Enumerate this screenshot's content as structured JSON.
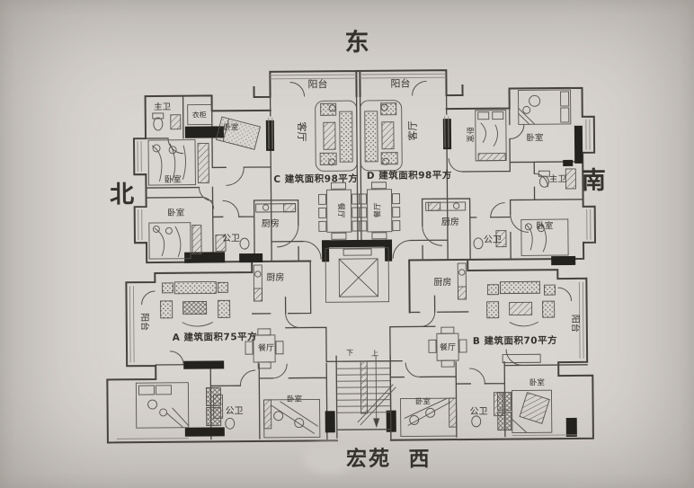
{
  "photo": {
    "paper_color": "#d9d5d1",
    "line_color": "#45423e",
    "column_color": "#23221f"
  },
  "compass": {
    "east": "东",
    "north": "北",
    "south": "南",
    "west": "西"
  },
  "building": {
    "estate_name": "宏苑"
  },
  "units": {
    "a": {
      "area_label": "A 建筑面积75平方"
    },
    "b": {
      "area_label": "B 建筑面积70平方"
    },
    "c": {
      "area_label": "C 建筑面积98平方"
    },
    "d": {
      "area_label": "D 建筑面积98平方"
    }
  },
  "room_labels": {
    "balcony": "阳台",
    "living_room": "客厅",
    "dining_room": "餐厅",
    "kitchen": "厨房",
    "bedroom": "卧室",
    "master_bathroom": "主卫",
    "shared_bathroom": "公卫",
    "wardrobe": "衣柜",
    "stair_down": "下",
    "stair_up": "上"
  }
}
